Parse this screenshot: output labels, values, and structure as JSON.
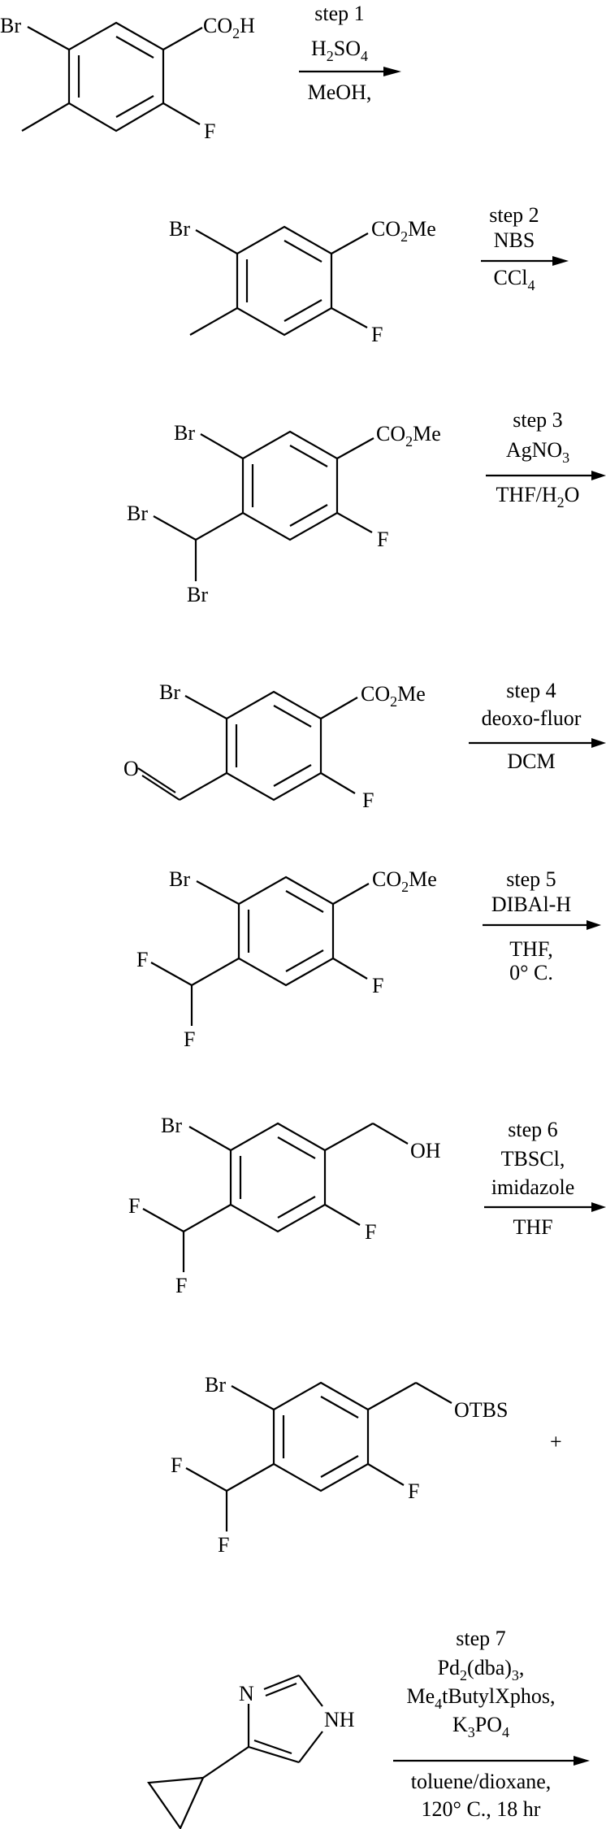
{
  "scheme": {
    "steps": [
      {
        "label": "step 1",
        "reagents_above": [
          "H2SO4"
        ],
        "reagents_below": [
          "MeOH,"
        ]
      },
      {
        "label": "step 2",
        "reagents_above": [
          "NBS"
        ],
        "reagents_below": [
          "CCl4"
        ]
      },
      {
        "label": "step 3",
        "reagents_above": [
          "AgNO3"
        ],
        "reagents_below": [
          "THF/H2O"
        ]
      },
      {
        "label": "step 4",
        "reagents_above": [
          "deoxo-fluor"
        ],
        "reagents_below": [
          "DCM"
        ]
      },
      {
        "label": "step 5",
        "reagents_above": [
          "DIBAl-H"
        ],
        "reagents_below": [
          "THF,",
          "0° C."
        ]
      },
      {
        "label": "step 6",
        "reagents_above": [
          "TBSCl,",
          "imidazole"
        ],
        "reagents_below": [
          "THF"
        ]
      },
      {
        "label": "step 7",
        "reagents_above": [
          "Pd2(dba)3,",
          "Me4tButylXphos,",
          "K3PO4"
        ],
        "reagents_below": [
          "toluene/dioxane,",
          "120° C., 18 hr"
        ]
      }
    ],
    "compounds": [
      {
        "name": "5-bromo-2-fluoro-4-methylbenzoic acid",
        "labels": {
          "top_left": "Br",
          "top_right": "CO2H",
          "bottom_right": "F"
        }
      },
      {
        "name": "methyl ester",
        "labels": {
          "top_left": "Br",
          "top_right": "CO2Me",
          "bottom_right": "F"
        }
      },
      {
        "name": "dibromomethyl ester",
        "labels": {
          "top_left": "Br",
          "top_right": "CO2Me",
          "bottom_right": "F",
          "chbr2_a": "Br",
          "chbr2_b": "Br"
        }
      },
      {
        "name": "aldehyde",
        "labels": {
          "top_left": "Br",
          "top_right": "CO2Me",
          "bottom_right": "F",
          "carbonyl": "O"
        }
      },
      {
        "name": "difluoromethyl ester",
        "labels": {
          "top_left": "Br",
          "top_right": "CO2Me",
          "bottom_right": "F",
          "chf2_a": "F",
          "chf2_b": "F"
        }
      },
      {
        "name": "benzyl alcohol",
        "labels": {
          "top_left": "Br",
          "top_right": "OH",
          "bottom_right": "F",
          "chf2_a": "F",
          "chf2_b": "F"
        }
      },
      {
        "name": "TBS ether",
        "labels": {
          "top_left": "Br",
          "top_right": "OTBS",
          "bottom_right": "F",
          "chf2_a": "F",
          "chf2_b": "F"
        }
      },
      {
        "name": "4-cyclopropyl-1H-imidazole",
        "labels": {
          "n": "N",
          "nh": "NH"
        }
      }
    ],
    "plus": "+"
  }
}
